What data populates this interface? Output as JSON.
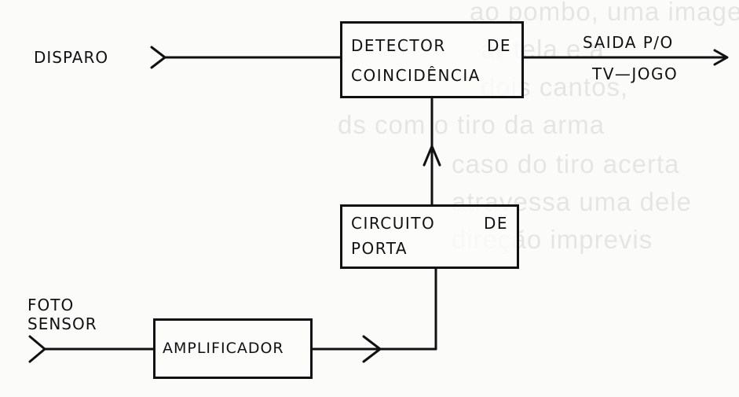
{
  "inputs": {
    "trigger": "DISPARO",
    "photo_sensor_line1": "FOTO",
    "photo_sensor_line2": "SENSOR"
  },
  "blocks": {
    "coincidence_detector": {
      "line1_word1": "DETECTOR",
      "line1_word2": "DE",
      "line2": "COINCIDÊNCIA"
    },
    "gate_circuit": {
      "line1_word1": "CIRCUITO",
      "line1_word2": "DE",
      "line2": "PORTA"
    },
    "amplifier": {
      "label": "AMPLIFICADOR"
    }
  },
  "output": {
    "line1": "SAIDA P/O",
    "line2": "TV—JOGO"
  },
  "bleed_through": [
    "ao pombo, uma imagem de u",
    "ar tela e a",
    "dois cantos,",
    "ds com o tiro da arma",
    "caso do tiro acerta",
    "atravessa uma dele",
    "direção imprevis"
  ]
}
